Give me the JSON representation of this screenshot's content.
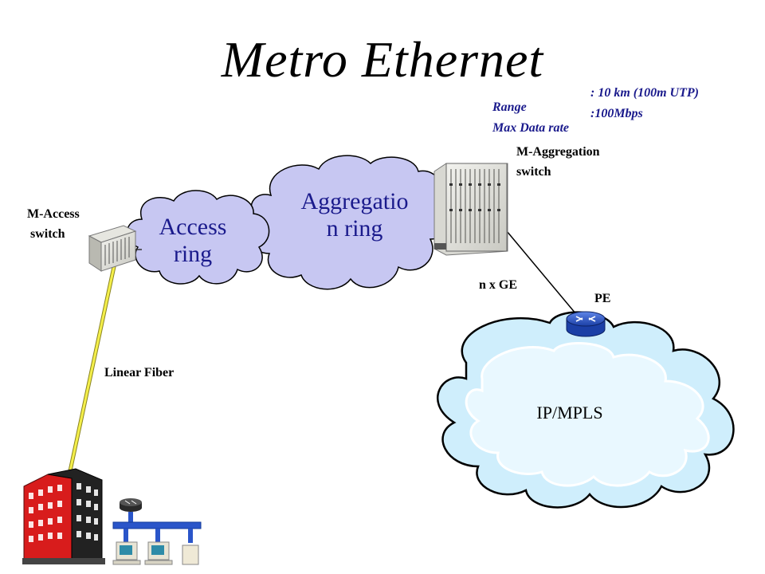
{
  "title": "Metro Ethernet",
  "specs": {
    "range_label": "Range",
    "range_value": ": 10 km (100m UTP)",
    "rate_label": "Max Data rate",
    "rate_value": ":100Mbps"
  },
  "labels": {
    "access_switch_line1": "M-Access",
    "access_switch_line2": " switch",
    "aggregation_switch_line1": "M-Aggregation",
    "aggregation_switch_line2": "switch",
    "link": "n x GE",
    "pe": "PE",
    "fiber": "Linear Fiber"
  },
  "clouds": {
    "access_line1": "Access",
    "access_line2": "ring",
    "aggregation_line1": "Aggregatio",
    "aggregation_line2": "n ring",
    "core": "IP/MPLS"
  },
  "colors": {
    "ring_fill": "#c7c7f2",
    "ring_text": "#1a1a8c",
    "core_fill": "#cfeefc",
    "fiber": "#e8e23a",
    "router": "#2a55c9",
    "building": "#d81c1c"
  },
  "icons": [
    "access-switch-icon",
    "aggregation-switch-icon",
    "router-icon",
    "building-icon",
    "lan-icon"
  ]
}
